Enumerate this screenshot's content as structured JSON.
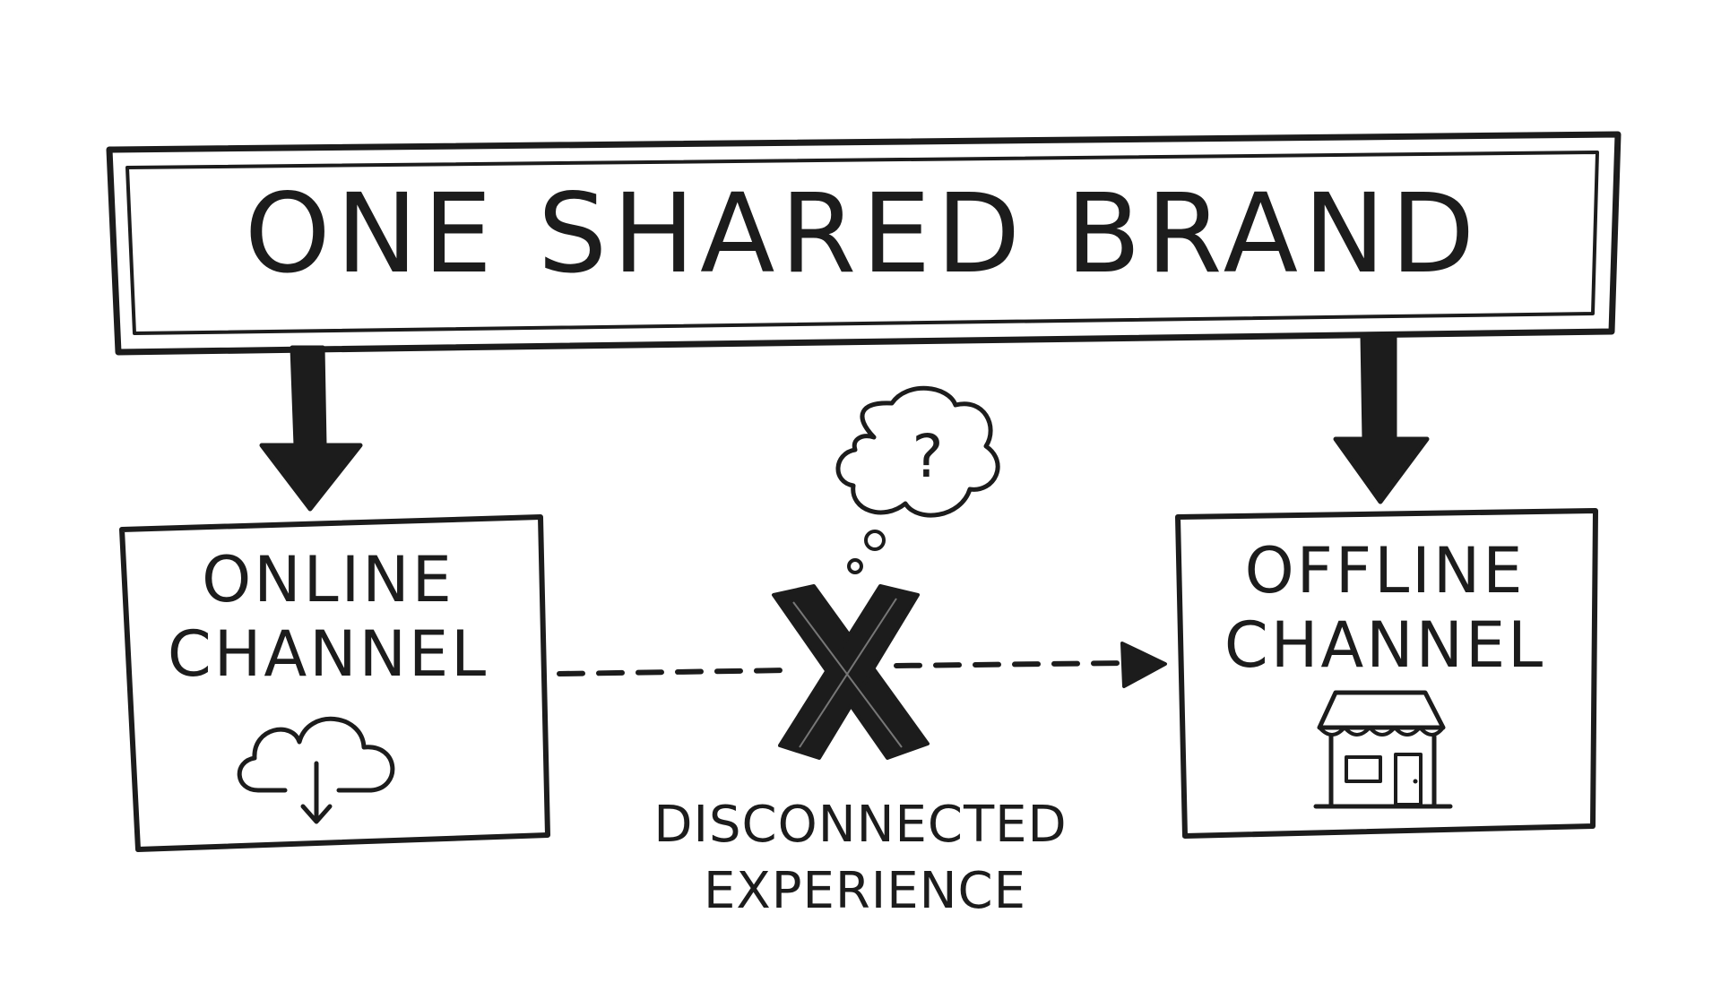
{
  "header": {
    "title": "ONE SHARED BRAND"
  },
  "online_channel": {
    "line1": "ONLINE",
    "line2": "CHANNEL",
    "icon": "cloud-download-icon"
  },
  "offline_channel": {
    "line1": "OFFLINE",
    "line2": "CHANNEL",
    "icon": "storefront-icon"
  },
  "connection": {
    "mark": "cross-mark-icon",
    "thought": "?",
    "label_line1": "DISCONNECTED",
    "label_line2": "EXPERIENCE"
  },
  "colors": {
    "ink": "#1c1c1c",
    "paper": "#ffffff"
  }
}
